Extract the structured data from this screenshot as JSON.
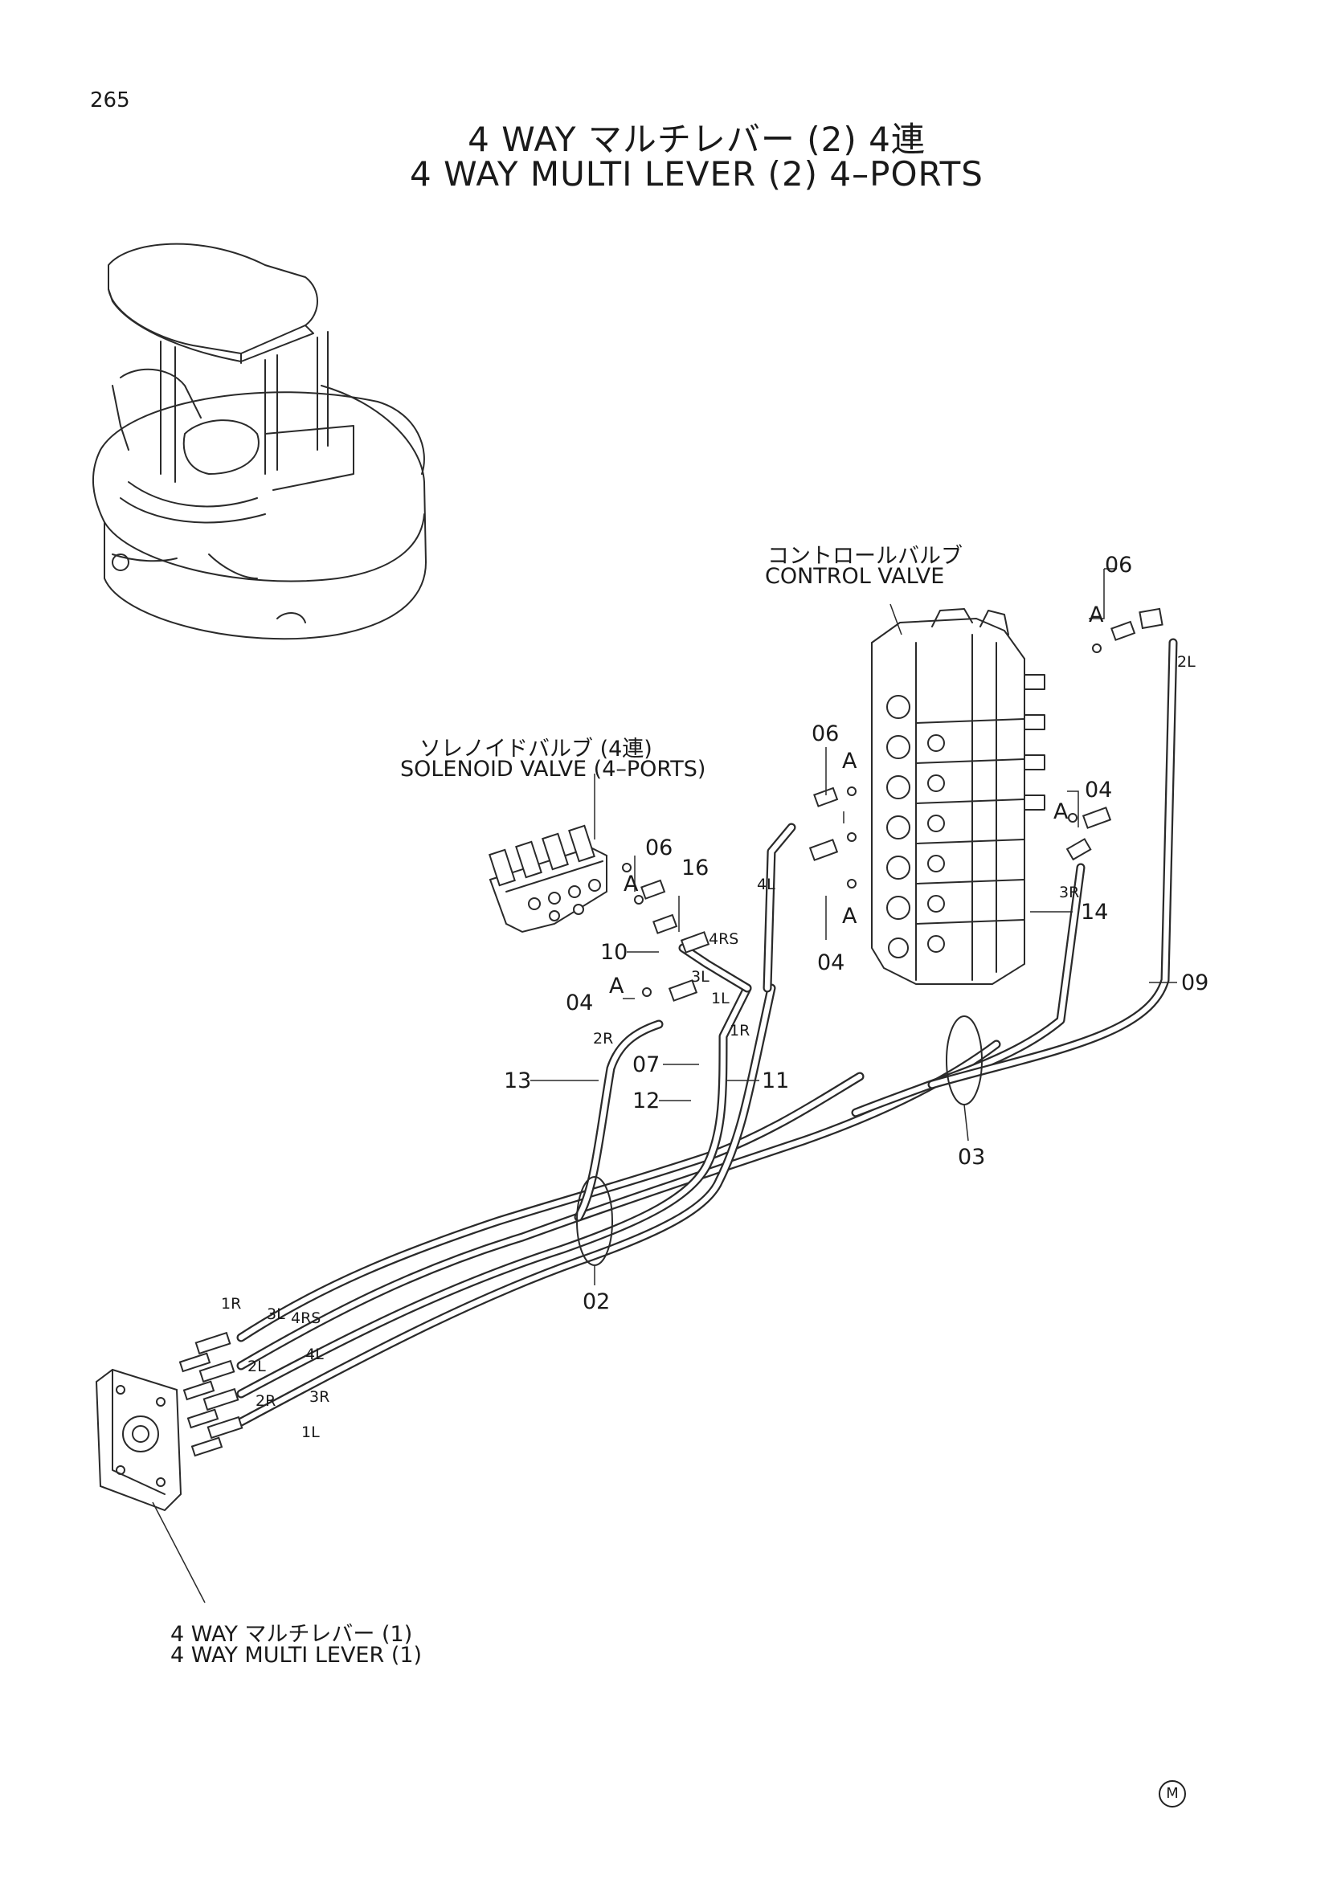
{
  "page_number": "265",
  "title": {
    "japanese": "4 WAY マルチレバー (2) 4連",
    "english": "4 WAY MULTI LEVER (2) 4–PORTS"
  },
  "components": {
    "control_valve": {
      "japanese": "コントロールバルブ",
      "english": "CONTROL VALVE"
    },
    "solenoid_valve": {
      "japanese": "ソレノイドバルブ (4連)",
      "english": "SOLENOID VALVE (4–PORTS)"
    },
    "multi_lever": {
      "japanese": "4 WAY マルチレバー (1)",
      "english": "4 WAY MULTI LEVER (1)"
    }
  },
  "part_numbers": {
    "p06_a": "06",
    "p06_b": "06",
    "p06_c": "06",
    "p04_a": "04",
    "p04_b": "04",
    "p04_c": "04",
    "p16": "16",
    "p10": "10",
    "p13": "13",
    "p07": "07",
    "p12": "12",
    "p11": "11",
    "p14": "14",
    "p09": "09",
    "p03": "03",
    "p02": "02"
  },
  "detail_marks": {
    "a1": "A",
    "a2": "A",
    "a3": "A",
    "a4": "A",
    "a5": "A",
    "a6": "A"
  },
  "port_labels": {
    "l_2L_top": "2L",
    "l_3R_top": "3R",
    "l_4L_top": "4L",
    "l_4RS_top": "4RS",
    "l_3L_top": "3L",
    "l_1L_top": "1L",
    "l_1R_top": "1R",
    "l_2R_top": "2R",
    "l_1R_bot": "1R",
    "l_3L_bot": "3L",
    "l_4RS_bot": "4RS",
    "l_2L_bot": "2L",
    "l_4L_bot": "4L",
    "l_2R_bot": "2R",
    "l_3R_bot": "3R",
    "l_1L_bot": "1L"
  },
  "corner_mark": "M"
}
